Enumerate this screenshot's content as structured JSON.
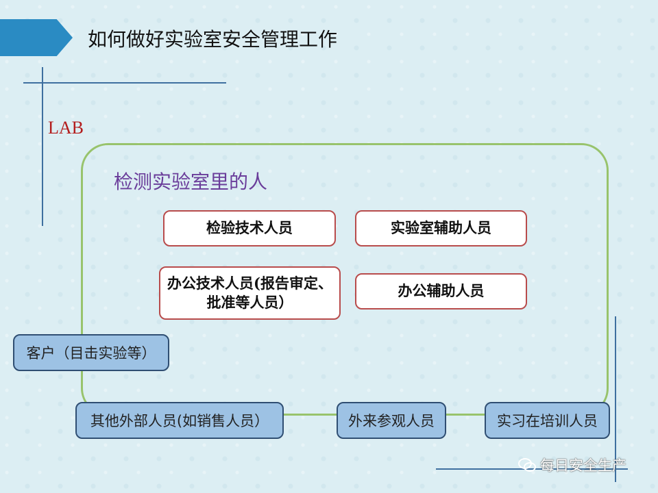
{
  "title": "如何做好实验室安全管理工作",
  "lab_label": "LAB",
  "group": {
    "title": "检测实验室里的人",
    "inner_roles": [
      "检验技术人员",
      "实验室辅助人员",
      "办公技术人员(报告审定、批准等人员）",
      "办公辅助人员"
    ]
  },
  "outside_roles": [
    "客户（目击实验等）",
    "其他外部人员(如销售人员）",
    "外来参观人员",
    "实习在培训人员"
  ],
  "watermark": "每日安全生产",
  "colors": {
    "accent_arrow": "#2a8bc3",
    "lab_text": "#b31c1c",
    "group_border": "#98c36c",
    "group_title": "#6a3d9a",
    "inner_border": "#b84b4b",
    "outer_fill": "#9dc2e4",
    "outer_border": "#2f4e72"
  }
}
